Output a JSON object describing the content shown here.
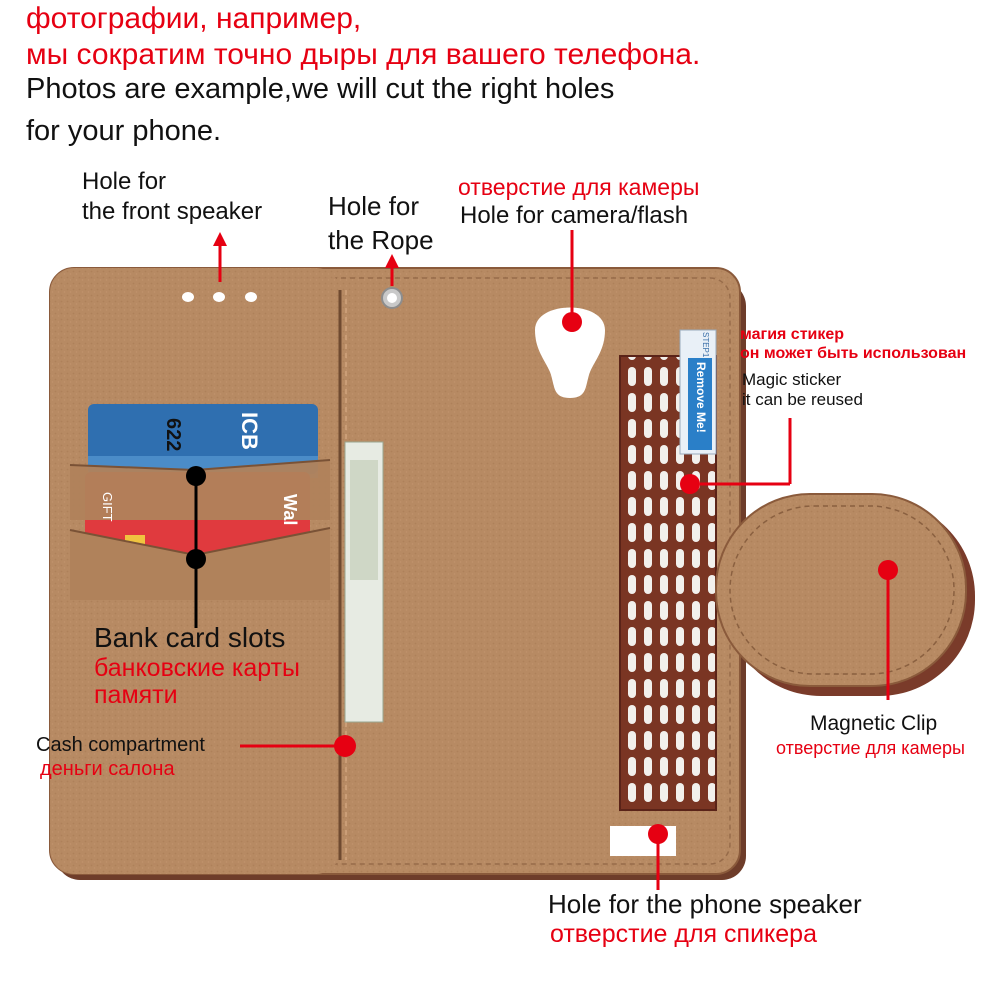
{
  "header": {
    "ru_line1": "фотографии, например,",
    "ru_line2": "мы сократим точно дыры для вашего телефона.",
    "en_line1": "Photos are example,we will cut the right holes",
    "en_line2": "for your phone."
  },
  "labels": {
    "front_speaker_line1": "Hole for",
    "front_speaker_line2": "the front speaker",
    "rope_line1": "Hole for",
    "rope_line2": "the Rope",
    "camera_ru": "отверстие для камеры",
    "camera_en": "Hole for camera/flash",
    "sticker_ru_line1": "магия стикер",
    "sticker_ru_line2": "он может быть использован",
    "sticker_en_line1": "Magic sticker",
    "sticker_en_line2": "it can be reused",
    "bank_en": "Bank card slots",
    "bank_ru_line1": "банковские карты",
    "bank_ru_line2": "памяти",
    "cash_en": "Cash compartment",
    "cash_ru": "деньги салона",
    "magnetic_en": "Magnetic Clip",
    "magnetic_ru": "отверстие для камеры",
    "phone_speaker_en": "Hole for the phone speaker",
    "phone_speaker_ru": "отверстие для спикера"
  },
  "props": {
    "card_blue_text": "ICB",
    "card_blue_number": "622",
    "card_red_text": "Wal",
    "card_red_gift": "GIFT",
    "sticker_step": "STEP1",
    "sticker_text": "Remove Me!"
  },
  "colors": {
    "leather": "#b98a63",
    "leather_dark": "#7a4a2e",
    "accent_red": "#e60012",
    "card_blue": "#2f6fb0",
    "card_red": "#e03a3e"
  }
}
